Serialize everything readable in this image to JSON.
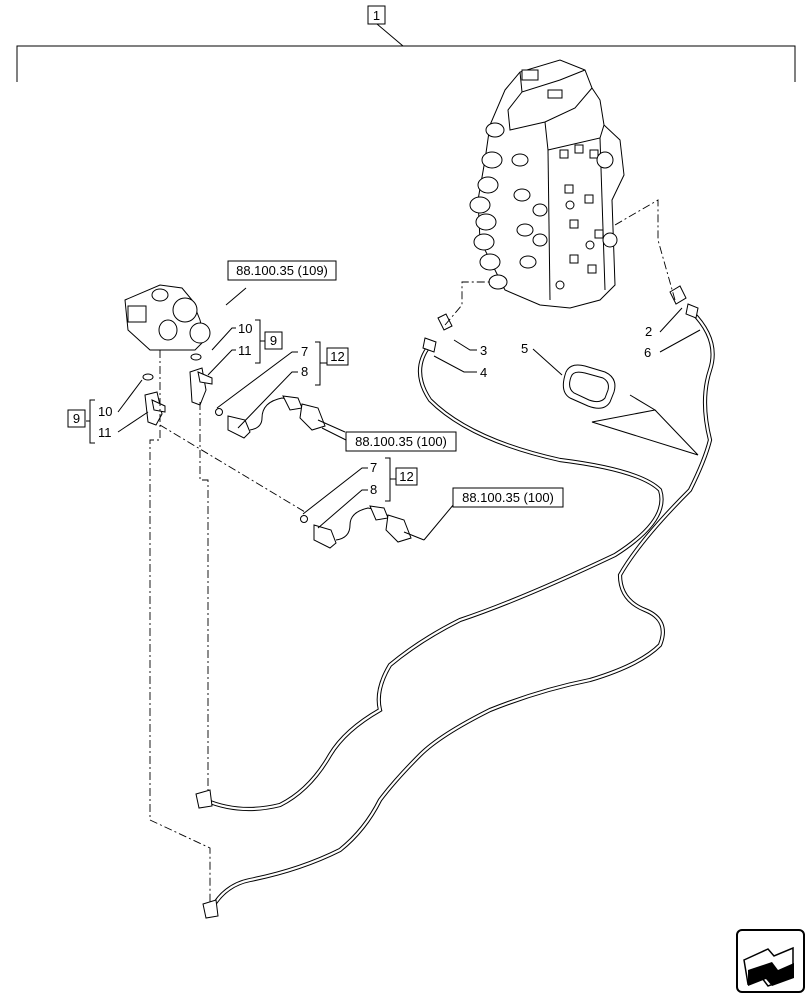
{
  "assembly": {
    "ref": "1"
  },
  "callouts": {
    "c2": "2",
    "c3": "3",
    "c4": "4",
    "c5": "5",
    "c6": "6",
    "c7a": "7",
    "c8a": "8",
    "c7b": "7",
    "c8b": "8",
    "c10a": "10",
    "c11a": "11",
    "c10b": "10",
    "c11b": "11"
  },
  "groups": {
    "g9a": "9",
    "g9b": "9",
    "g12a": "12",
    "g12b": "12"
  },
  "references": {
    "ref_valve": "88.100.35 (109)",
    "ref_sensor_a": "88.100.35 (100)",
    "ref_sensor_b": "88.100.35 (100)"
  },
  "nav": {
    "icon": "next-page-arrow-icon"
  }
}
